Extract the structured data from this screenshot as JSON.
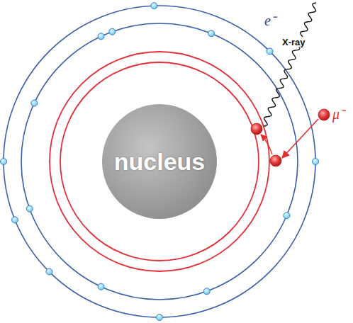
{
  "diagram": {
    "nodes": [
      {
        "text": [
          "nucleus"
        ]
      }
    ],
    "labels": [
      "e⁻",
      "X-ray",
      "μ⁻"
    ]
  }
}
